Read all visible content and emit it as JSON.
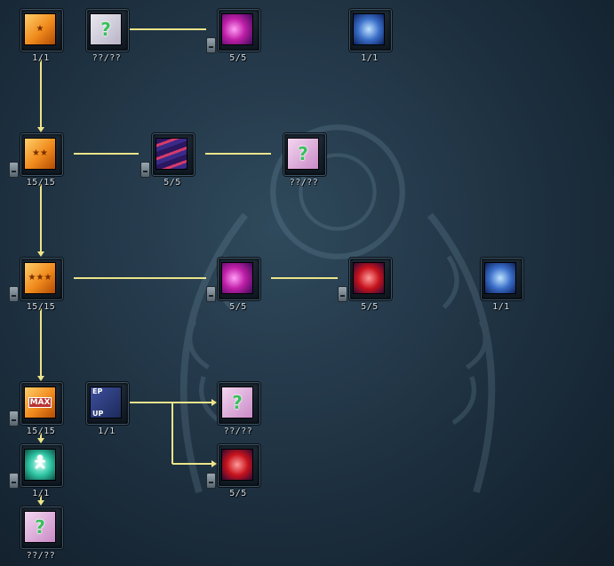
{
  "skill_tree": {
    "n01": {
      "level": "1/1"
    },
    "n02": {
      "level": "??/??"
    },
    "n03": {
      "level": "5/5"
    },
    "n04": {
      "level": "1/1"
    },
    "n05": {
      "level": "15/15"
    },
    "n06": {
      "level": "5/5"
    },
    "n07": {
      "level": "??/??"
    },
    "n08": {
      "level": "15/15"
    },
    "n09": {
      "level": "5/5"
    },
    "n10": {
      "level": "5/5"
    },
    "n11": {
      "level": "1/1"
    },
    "n12": {
      "level": "15/15",
      "badge": "MAX"
    },
    "n13": {
      "level": "1/1",
      "badge_top": "EP",
      "badge_bottom": "UP"
    },
    "n14": {
      "level": "??/??"
    },
    "n15": {
      "level": "1/1"
    },
    "n16": {
      "level": "5/5"
    },
    "n17": {
      "level": "??/??"
    }
  },
  "icons": {
    "unknown": "?",
    "star": "★",
    "figure": "🯅"
  },
  "colors": {
    "connector": "#ece48a",
    "level_text": "#d6dde2",
    "frame_border": "#3d5262"
  }
}
